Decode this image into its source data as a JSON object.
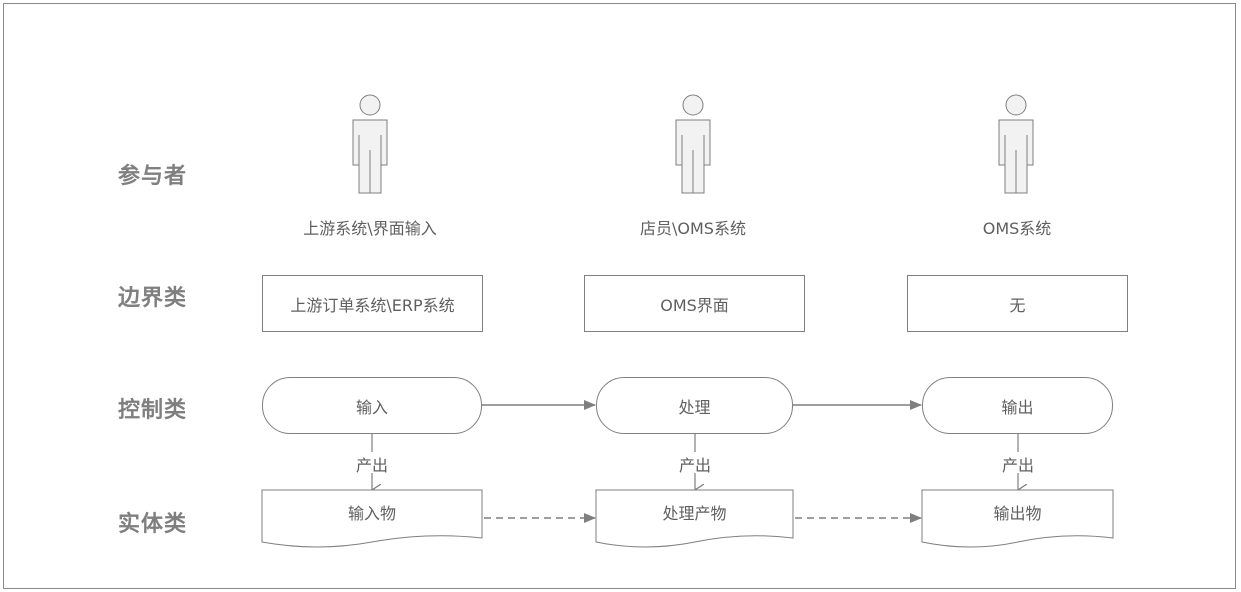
{
  "rows": {
    "participants": "参与者",
    "boundary": "边界类",
    "control": "控制类",
    "entity": "实体类"
  },
  "actors": [
    {
      "name": "上游系统\\界面输入"
    },
    {
      "name": "店员\\OMS系统"
    },
    {
      "name": "OMS系统"
    }
  ],
  "boundaries": [
    {
      "label": "上游订单系统\\ERP系统"
    },
    {
      "label": "OMS界面"
    },
    {
      "label": "无"
    }
  ],
  "controls": [
    {
      "label": "输入"
    },
    {
      "label": "处理"
    },
    {
      "label": "输出"
    }
  ],
  "produce_label": "产出",
  "entities": [
    {
      "label": "输入物"
    },
    {
      "label": "处理产物"
    },
    {
      "label": "输出物"
    }
  ],
  "colors": {
    "stroke": "#7f7f7f",
    "actor_fill": "#f2f2f2",
    "text": "#5f5f5f",
    "row_label": "#7f7f7f"
  }
}
